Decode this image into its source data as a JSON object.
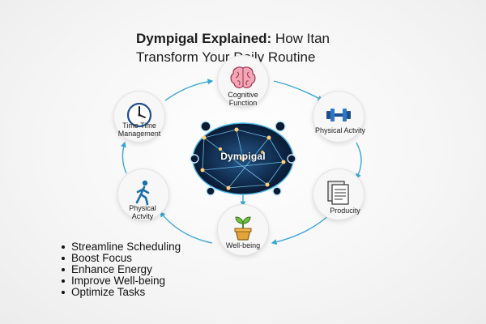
{
  "title": {
    "bold": "Dympigal Explained:",
    "rest": " How Itan",
    "line2": "Transform Your Daily Routine"
  },
  "hub": {
    "label": "Dympigal"
  },
  "nodes": {
    "cognitive": {
      "icon": "brain-icon",
      "label_1": "Cognitive",
      "label_2": "Function"
    },
    "physical_right": {
      "icon": "dumbbell-icon",
      "label": "Physical Actvity"
    },
    "productivity": {
      "icon": "documents-icon",
      "label": "Producity"
    },
    "wellbeing": {
      "icon": "sprout-icon",
      "label": "Well-being"
    },
    "physical_left": {
      "icon": "walking-person-icon",
      "label_1": "Physical",
      "label_2": "Actvity"
    },
    "time": {
      "icon": "clock-icon",
      "label_1": "Time Time",
      "label_2": "Management"
    }
  },
  "bullets": [
    "Streamline Scheduling",
    "Boost Focus",
    "Enhance Energy",
    "Improve Well-being",
    "Optimize Tasks"
  ],
  "colors": {
    "accent": "#3aa6d6",
    "hub_dark": "#0b1b33",
    "node_glow": "#ffd27a"
  }
}
